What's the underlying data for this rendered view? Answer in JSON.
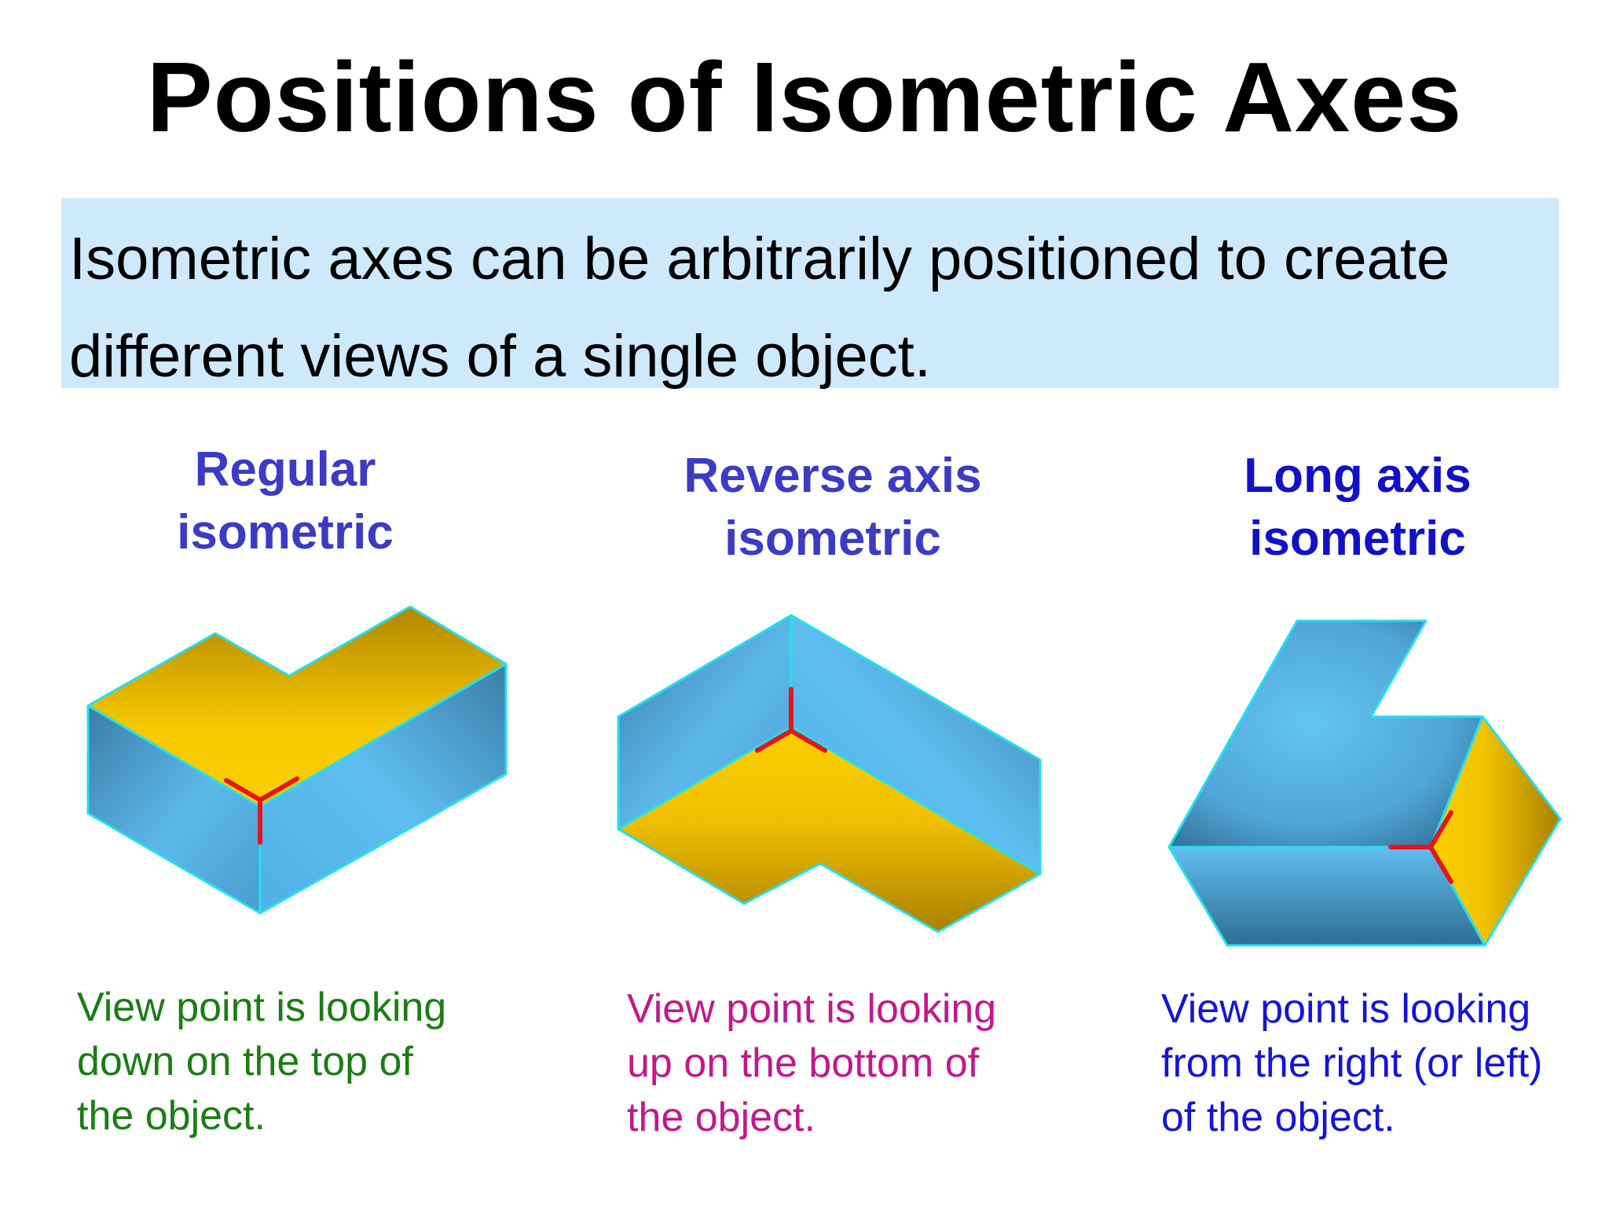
{
  "title": "Positions of Isometric Axes",
  "intro": {
    "line1": "Isometric axes can be arbitrarily positioned to create",
    "line2": "different views of a single object."
  },
  "panels": [
    {
      "heading": [
        "Regular",
        "isometric"
      ],
      "caption": [
        "View point is looking",
        "down on the top of",
        "the object."
      ]
    },
    {
      "heading": [
        "Reverse axis",
        "isometric"
      ],
      "caption": [
        "View point is looking",
        "up on the bottom of",
        "the object."
      ]
    },
    {
      "heading": [
        "Long axis",
        "isometric"
      ],
      "caption": [
        "View point is looking",
        "from the right (or left)",
        "of the object."
      ]
    }
  ],
  "colors": {
    "face_gold": "#f5c400",
    "face_blue": "#5cb9e8",
    "edge": "#22e0f0",
    "axis": "#e8141c",
    "panel_bg": "#cfe9fc"
  }
}
